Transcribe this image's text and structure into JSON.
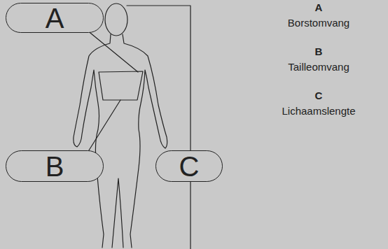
{
  "diagram": {
    "nodes": [
      {
        "text": [
          "A"
        ]
      },
      {
        "text": [
          "B"
        ]
      },
      {
        "text": [
          "C"
        ]
      }
    ],
    "labels": [
      "A",
      "Borstomvang",
      "B",
      "Tailleomvang",
      "C",
      "Lichaamslengte"
    ]
  }
}
